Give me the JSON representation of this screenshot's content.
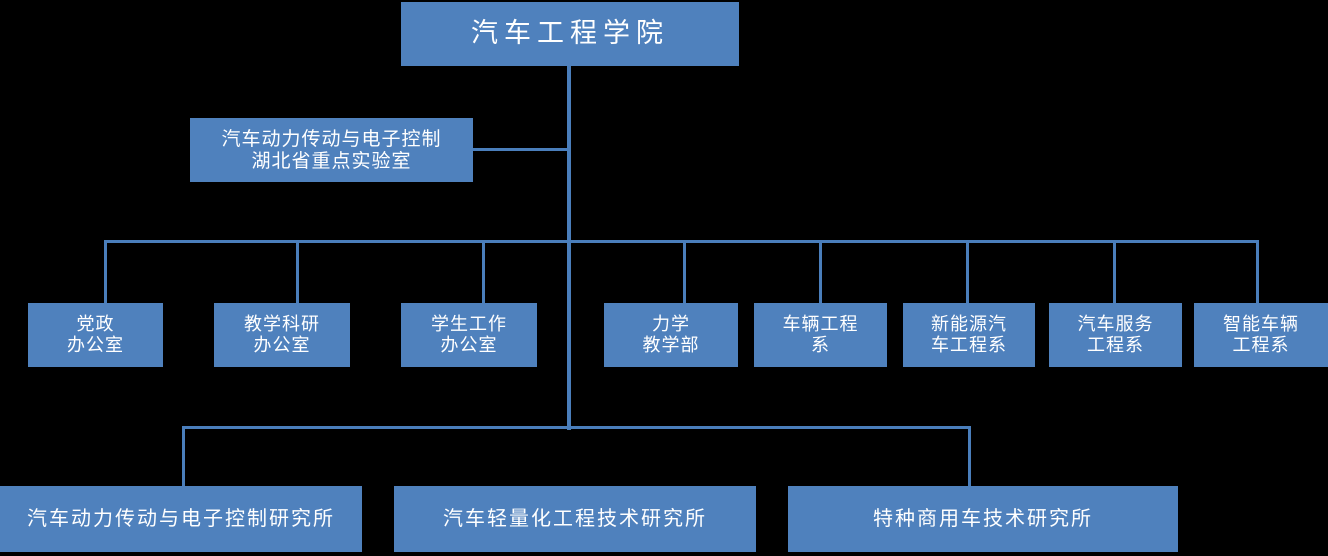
{
  "diagram": {
    "title_text": "汽车工程学院",
    "type": "organization-chart",
    "theme": {
      "background": "#000000",
      "node_fill": "#4F81BD",
      "node_text": "#FFFFFF",
      "connector": "#4A7EBB"
    },
    "root": {
      "label": "汽车工程学院"
    },
    "lab": {
      "label": "汽车动力传动与电子控制\n湖北省重点实验室"
    },
    "departments": [
      {
        "label": "党政\n办公室"
      },
      {
        "label": "教学科研\n办公室"
      },
      {
        "label": "学生工作\n办公室"
      },
      {
        "label": "力学\n教学部"
      },
      {
        "label": "车辆工程\n系"
      },
      {
        "label": "新能源汽\n车工程系"
      },
      {
        "label": "汽车服务\n工程系"
      },
      {
        "label": "智能车辆\n工程系"
      }
    ],
    "institutes": [
      {
        "label": "汽车动力传动与电子控制研究所"
      },
      {
        "label": "汽车轻量化工程技术研究所"
      },
      {
        "label": "特种商用车技术研究所"
      }
    ]
  }
}
